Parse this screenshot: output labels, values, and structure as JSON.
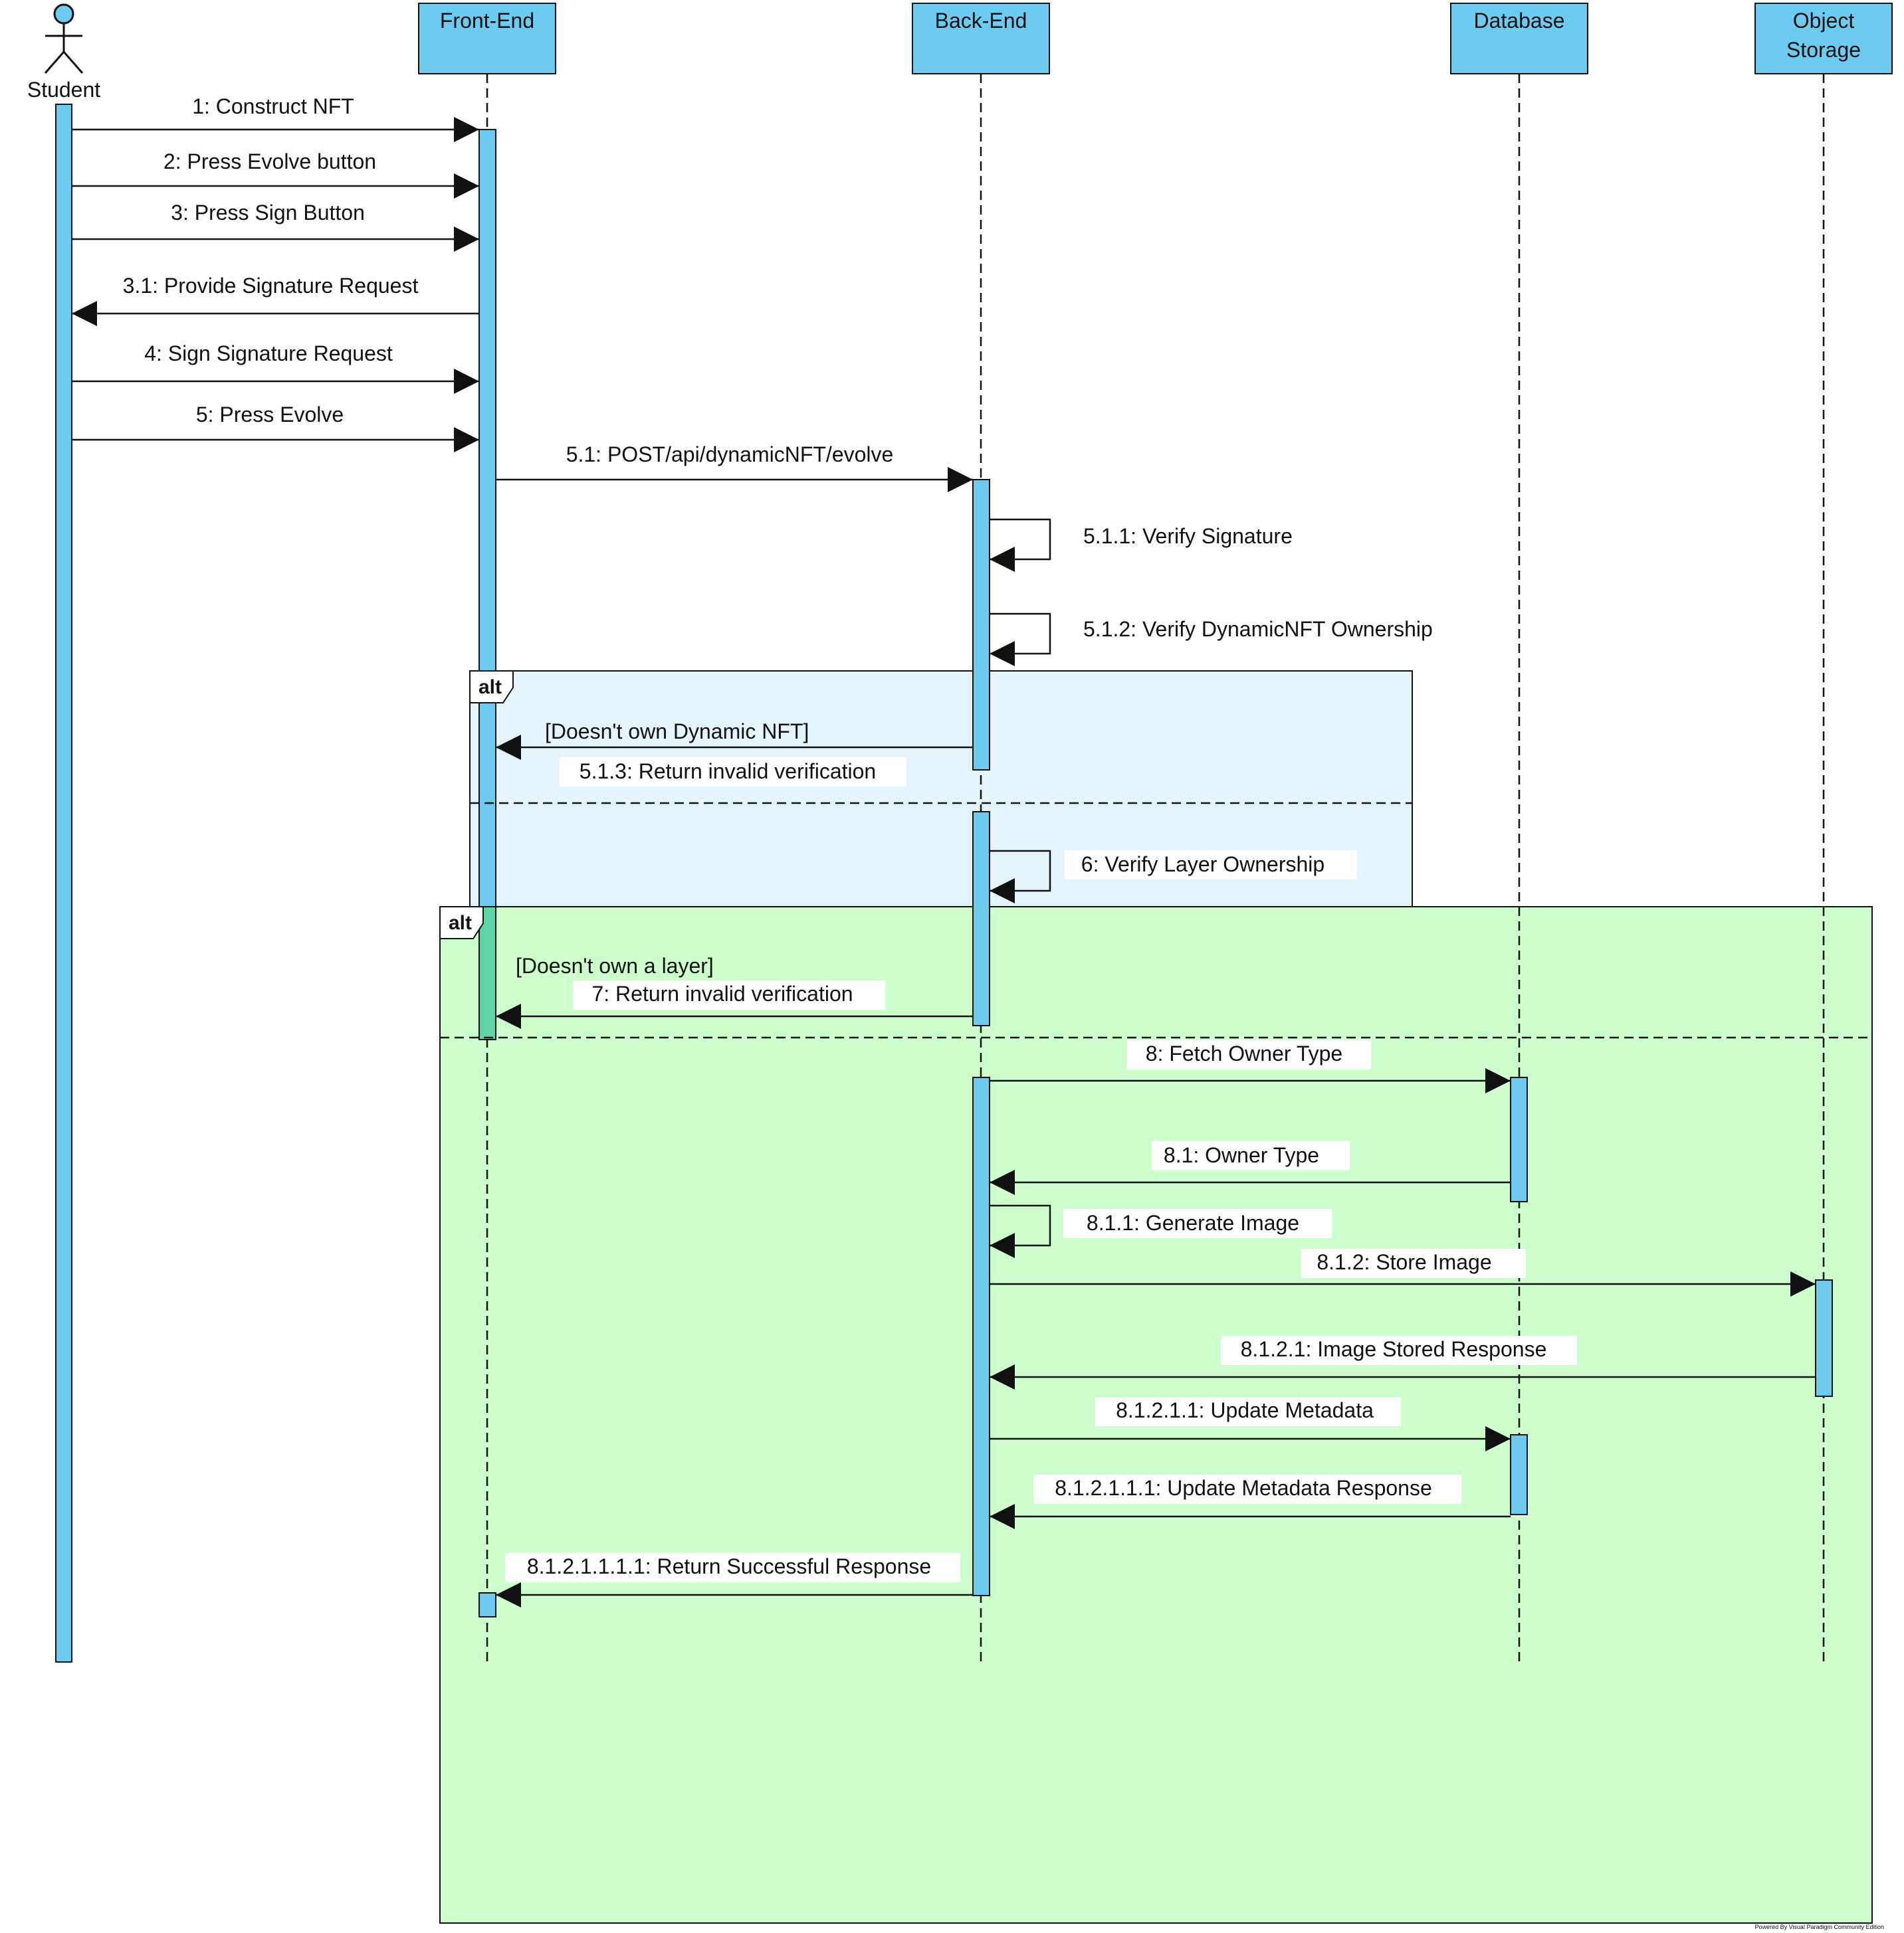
{
  "actor": {
    "name": "Student"
  },
  "participants": [
    {
      "id": "frontend",
      "label": [
        "Front-End"
      ]
    },
    {
      "id": "backend",
      "label": [
        "Back-End"
      ]
    },
    {
      "id": "database",
      "label": [
        "Database"
      ]
    },
    {
      "id": "storage",
      "label": [
        "Object",
        "Storage"
      ]
    }
  ],
  "fragments": {
    "alt1": {
      "operator": "alt",
      "guard": "[Doesn't own Dynamic NFT]"
    },
    "alt2": {
      "operator": "alt",
      "guard": "[Doesn't own a layer]"
    }
  },
  "messages": [
    {
      "id": "m1",
      "label": "1: Construct NFT"
    },
    {
      "id": "m2",
      "label": "2: Press Evolve button"
    },
    {
      "id": "m3",
      "label": "3: Press Sign Button"
    },
    {
      "id": "m3_1",
      "label": "3.1: Provide Signature Request"
    },
    {
      "id": "m4",
      "label": "4: Sign Signature Request"
    },
    {
      "id": "m5",
      "label": "5: Press Evolve"
    },
    {
      "id": "m5_1",
      "label": "5.1: POST/api/dynamicNFT/evolve"
    },
    {
      "id": "m5_1_1",
      "label": "5.1.1: Verify Signature"
    },
    {
      "id": "m5_1_2",
      "label": "5.1.2: Verify DynamicNFT Ownership"
    },
    {
      "id": "m5_1_3",
      "label": "5.1.3: Return invalid verification"
    },
    {
      "id": "m6",
      "label": "6: Verify Layer Ownership"
    },
    {
      "id": "m7",
      "label": "7: Return invalid verification"
    },
    {
      "id": "m8",
      "label": "8: Fetch Owner Type"
    },
    {
      "id": "m8_1",
      "label": "8.1: Owner Type"
    },
    {
      "id": "m8_1_1",
      "label": "8.1.1: Generate Image"
    },
    {
      "id": "m8_1_2",
      "label": "8.1.2: Store Image"
    },
    {
      "id": "m8_1_2_1",
      "label": "8.1.2.1: Image Stored Response"
    },
    {
      "id": "m8_1_2_1_1",
      "label": "8.1.2.1.1: Update Metadata"
    },
    {
      "id": "m8_1_2_1_1_1",
      "label": "8.1.2.1.1.1: Update Metadata Response"
    },
    {
      "id": "m8_1_2_1_1_1_1",
      "label": "8.1.2.1.1.1.1: Return Successful Response"
    }
  ],
  "footer": "Powered By Visual Paradigm Community Edition",
  "colors": {
    "participant_fill": "#6ecbf0",
    "activation_fill": "#6ecbf0",
    "alt1_fill": "#e3f4fb",
    "alt2_fill": "#ccffcc",
    "overlap_activation": "#5fd4a4",
    "line": "#111111"
  }
}
